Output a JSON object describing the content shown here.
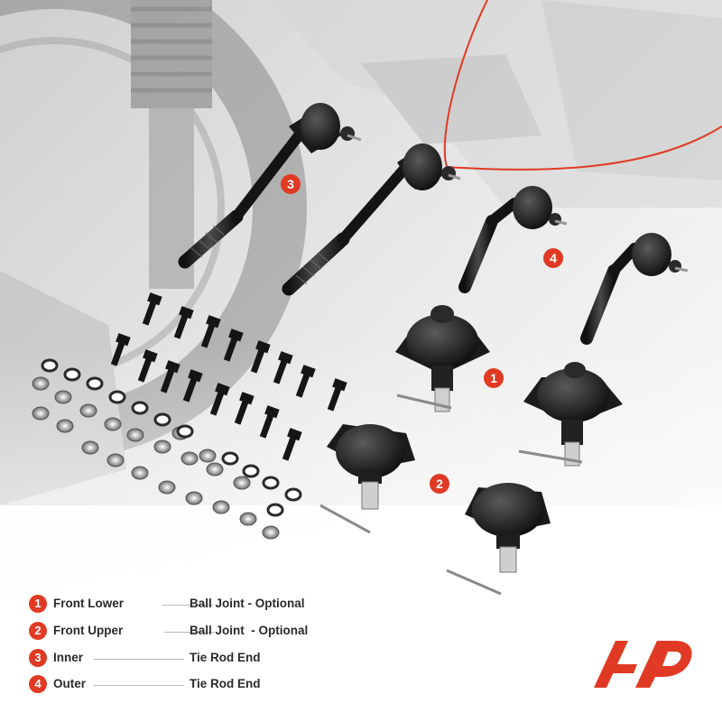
{
  "image": {
    "subject": "Front suspension kit: tie rod ends, ball joints and hardware",
    "accent_color": "#e03a24"
  },
  "callouts": [
    "1",
    "2",
    "3",
    "4"
  ],
  "legend": [
    {
      "number": "1",
      "part": "Front Lower",
      "description": "Ball Joint - Optional"
    },
    {
      "number": "2",
      "part": "Front Upper",
      "description": "Ball Joint  - Optional"
    },
    {
      "number": "3",
      "part": "Inner",
      "description": "Tie Rod End"
    },
    {
      "number": "4",
      "part": "Outer",
      "description": "Tie Rod End"
    }
  ],
  "logo": {
    "icon": "brand-logo-icon",
    "color": "#e03a24"
  }
}
